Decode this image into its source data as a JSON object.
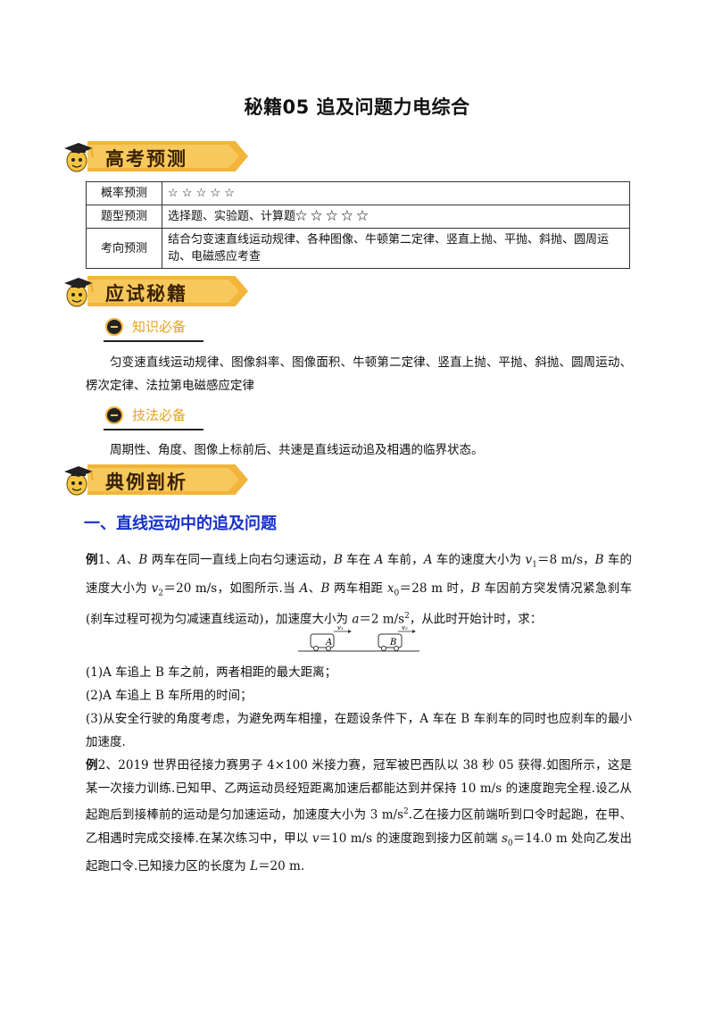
{
  "title": "秘籍05  追及问题力电综合",
  "sections": {
    "gaokao": "高考预测",
    "yingshi": "应试秘籍",
    "dianli": "典例剖析"
  },
  "prediction_table": {
    "rows": [
      {
        "key": "概率预测",
        "value": "☆ ☆ ☆ ☆ ☆"
      },
      {
        "key": "题型预测",
        "value": "选择题、实验题、计算题☆ ☆ ☆ ☆ ☆"
      },
      {
        "key": "考向预测",
        "value": "结合匀变速直线运动规律、各种图像、牛顿第二定律、竖直上抛、平抛、斜抛、圆周运动、电磁感应考查"
      }
    ]
  },
  "knowledge": {
    "heading": "知识必备",
    "text": "匀变速直线运动规律、图像斜率、图像面积、牛顿第二定律、竖直上抛、平抛、斜抛、圆周运动、楞次定律、法拉第电磁感应定律"
  },
  "technique": {
    "heading": "技法必备",
    "text": "周期性、角度、图像上标前后、共速是直线运动追及相遇的临界状态。"
  },
  "part1": {
    "heading": "一、直线运动中的追及问题"
  },
  "example1": {
    "label": "例",
    "num": "1、",
    "q1": "(1)A 车追上 B 车之前，两者相距的最大距离；",
    "q2": "(2)A 车追上 B 车所用的时间；",
    "q3": "(3)从安全行驶的角度考虑，为避免两车相撞，在题设条件下，A 车在 B 车刹车的同时也应刹车的最小加速度."
  },
  "example2": {
    "label": "例",
    "num": "2、"
  },
  "figure": {
    "carA": "A",
    "carB": "B",
    "v1": "v₁",
    "v2": "v₂"
  }
}
